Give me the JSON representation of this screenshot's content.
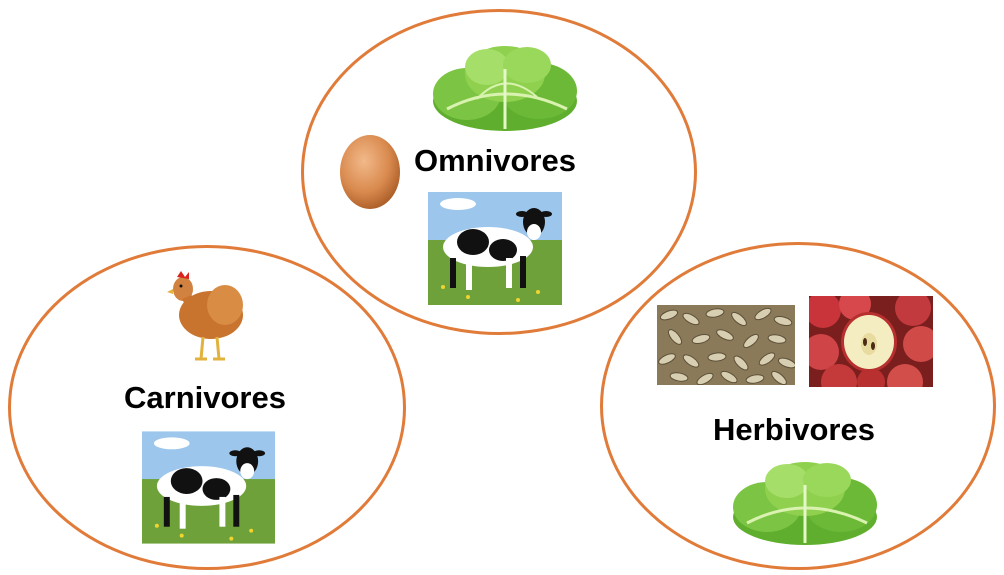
{
  "groups": {
    "omnivores": {
      "label": "Omnivores",
      "items": [
        "lettuce-icon",
        "egg-icon",
        "cow-icon"
      ]
    },
    "carnivores": {
      "label": "Carnivores",
      "items": [
        "hen-icon",
        "cow-icon"
      ]
    },
    "herbivores": {
      "label": "Herbivores",
      "items": [
        "seeds-icon",
        "apples-icon",
        "lettuce-icon"
      ]
    }
  },
  "colors": {
    "ellipse_border": "#E07B39"
  }
}
